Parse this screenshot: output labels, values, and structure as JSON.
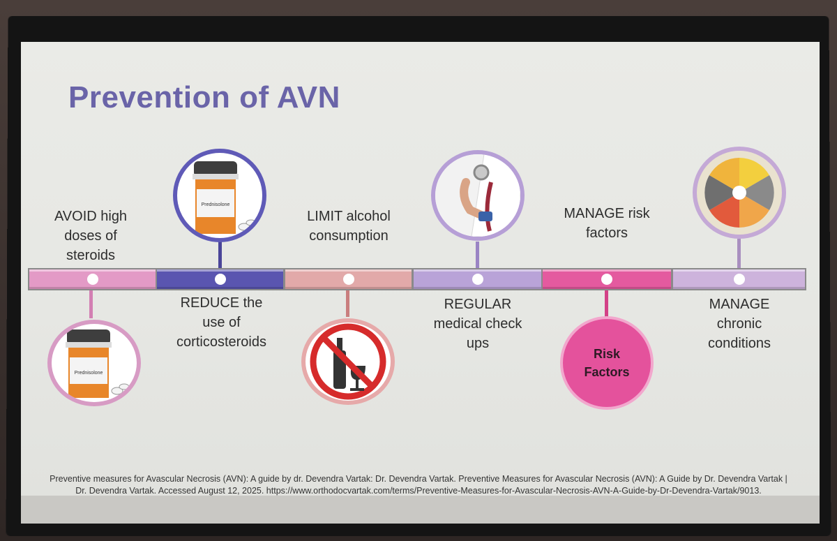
{
  "title": "Prevention of AVN",
  "steps": [
    {
      "label": "AVOID high doses of steroids",
      "lines": [
        "AVOID high",
        "doses of",
        "steroids"
      ],
      "icon": "pill-bottle-icon"
    },
    {
      "label": "REDUCE the use of corticosteroids",
      "lines": [
        "REDUCE the",
        "use of",
        "corticosteroids"
      ],
      "icon": "pill-bottle-icon"
    },
    {
      "label": "LIMIT alcohol consumption",
      "lines": [
        "LIMIT alcohol",
        "consumption"
      ],
      "icon": "no-alcohol-icon"
    },
    {
      "label": "REGULAR medical check ups",
      "lines": [
        "REGULAR",
        "medical check",
        "ups"
      ],
      "icon": "stethoscope-doctor-icon"
    },
    {
      "label": "MANAGE risk factors",
      "lines": [
        "MANAGE risk",
        "factors"
      ],
      "icon": "risk-factors-circle"
    },
    {
      "label": "MANAGE chronic conditions",
      "lines": [
        "MANAGE",
        "chronic",
        "conditions"
      ],
      "icon": "wellness-wheel-icon"
    }
  ],
  "bottle_label": "Prednisolone",
  "risk_circle": {
    "line1": "Risk",
    "line2": "Factors"
  },
  "footer": {
    "line1": "Preventive measures for Avascular Necrosis (AVN): A guide by dr. Devendra Vartak: Dr. Devendra Vartak. Preventive Measures for Avascular Necrosis (AVN): A Guide by Dr. Devendra Vartak |",
    "line2": "Dr. Devendra Vartak. Accessed August 12, 2025. https://www.orthodocvartak.com/terms/Preventive-Measures-for-Avascular-Necrosis-AVN-A-Guide-by-Dr-Devendra-Vartak/9013."
  },
  "colors": {
    "title": "#6a64a8",
    "seg1": "#e39ac6",
    "seg2": "#5a55b0",
    "seg3": "#e2a9a9",
    "seg4": "#b9a3d8",
    "seg5": "#e45a9f",
    "seg6": "#cdb3dc"
  }
}
